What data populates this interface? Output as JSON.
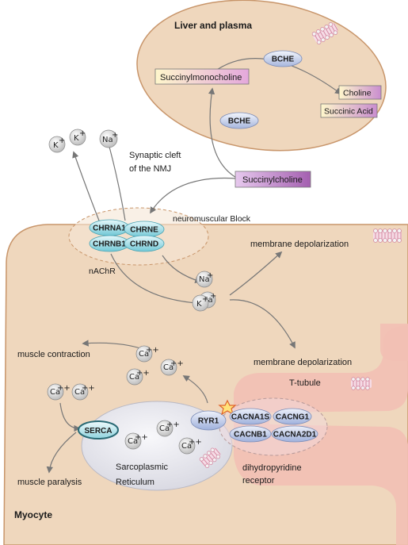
{
  "liver": {
    "title": "Liver and plasma",
    "succinylmonocholine": "Succinylmonocholine",
    "bche_top": "BCHE",
    "bche_bottom": "BCHE",
    "choline": "Choline",
    "succinic_acid": "Succinic Acid"
  },
  "cleft": {
    "label_line1": "Synaptic cleft",
    "label_line2": "of the NMJ",
    "succinylcholine": "Succinylcholine",
    "neuromuscular_block": "neuromuscular Block",
    "nachr": "nAChR"
  },
  "receptor_subunits": {
    "chrna1": "CHRNA1",
    "chrne": "CHRNE",
    "chrnb1": "CHRNB1",
    "chrnd": "CHRND"
  },
  "ions": {
    "k": "K",
    "na": "Na",
    "ca": "Ca",
    "plus": "+",
    "plusplus": "++"
  },
  "myocyte": {
    "title": "Myocyte",
    "membrane_depolarization_1": "membrane depolarization",
    "membrane_depolarization_2": "membrane depolarization",
    "t_tubule": "T-tubule",
    "muscle_contraction": "muscle contraction",
    "muscle_paralysis": "muscle paralysis",
    "serca": "SERCA",
    "ryr1": "RYR1",
    "sr_line1": "Sarcoplasmic",
    "sr_line2": "Reticulum",
    "dhpr_line1": "dihydropyridine",
    "dhpr_line2": "receptor"
  },
  "dhpr_subunits": {
    "cacna1s": "CACNA1S",
    "cacng1": "CACNG1",
    "cacnb1": "CACNB1",
    "cacna2d1": "CACNA2D1"
  },
  "colors": {
    "cell_fill": "#efd7bd",
    "cell_stroke": "#c8956a",
    "tubule": "#f2c0b4",
    "nachr_fill": "#a8e0e8",
    "dhpr_fill": "#c2cde6",
    "bche_fill": "#cdd6ec",
    "drug_fill": "#b877bf",
    "product_yellow": "#fff6c4",
    "sr_fill": "#e7e7ee",
    "arrow": "#777777"
  }
}
